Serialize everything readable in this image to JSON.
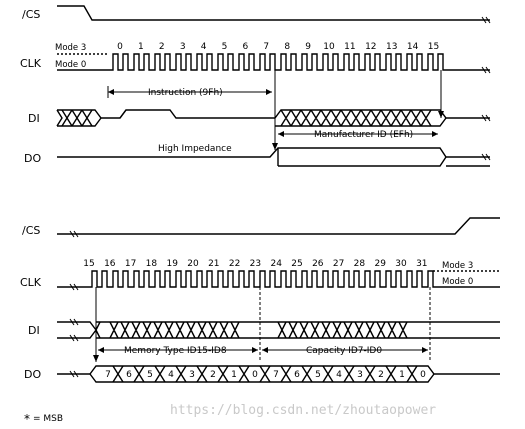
{
  "signals": {
    "cs": "/CS",
    "clk": "CLK",
    "di": "DI",
    "do": "DO"
  },
  "modes": {
    "mode3": "Mode 3",
    "mode0": "Mode 0"
  },
  "top": {
    "clk_numbers": [
      "0",
      "1",
      "2",
      "3",
      "4",
      "5",
      "6",
      "7",
      "8",
      "9",
      "10",
      "11",
      "12",
      "13",
      "14",
      "15"
    ],
    "instruction": "Instruction (9Fh)",
    "manufacturer": "Manufacturer ID (EFh)",
    "high_impedance": "High Impedance"
  },
  "bottom": {
    "clk_numbers": [
      "15",
      "16",
      "17",
      "18",
      "19",
      "20",
      "21",
      "22",
      "23",
      "24",
      "25",
      "26",
      "27",
      "28",
      "29",
      "30",
      "31"
    ],
    "memory_type": "Memory Type ID15-ID8",
    "capacity": "Capacity ID7-ID0",
    "do_bits": [
      "7",
      "6",
      "5",
      "4",
      "3",
      "2",
      "1",
      "0",
      "7",
      "6",
      "5",
      "4",
      "3",
      "2",
      "1",
      "0"
    ]
  },
  "legend": {
    "star": "*",
    "msb": "= MSB"
  },
  "watermark": "https://blog.csdn.net/zhoutaopower"
}
